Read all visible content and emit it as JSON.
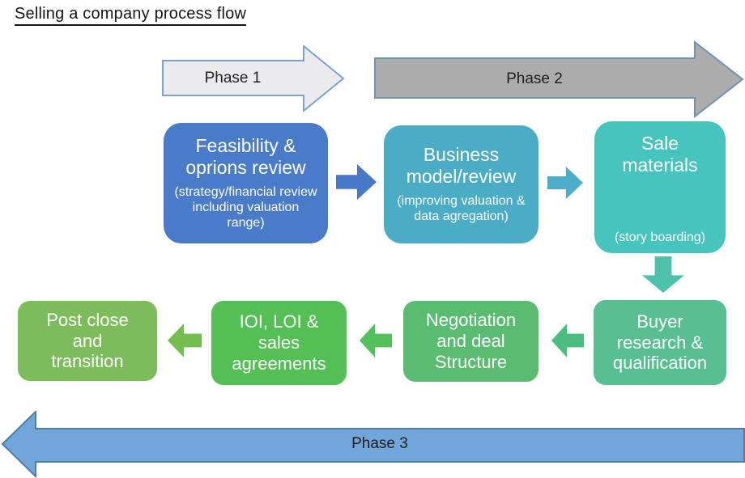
{
  "title": "Selling a company process flow",
  "phases": {
    "phase1": {
      "label": "Phase 1",
      "fill": "#ebebee",
      "border": "#7ca3cc"
    },
    "phase2": {
      "label": "Phase 2",
      "fill": "#acacac",
      "border": "#7193b4"
    },
    "phase3": {
      "label": "Phase 3",
      "fill": "#72a6da",
      "border": "#4e7cab"
    }
  },
  "steps": {
    "feasibility": {
      "title": "Feasibility & oprions review",
      "subtitle": "(strategy/financial review including valuation range)",
      "color": "#4a7bc8"
    },
    "business_model": {
      "title": "Business model/review",
      "subtitle": "(improving valuation & data agregation)",
      "color": "#4bacc6"
    },
    "sale_materials": {
      "title": "Sale materials",
      "subtitle": "(story boarding)",
      "color": "#47c4bd"
    },
    "buyer_research": {
      "title": "Buyer research & qualification",
      "color": "#57bf92"
    },
    "negotiation": {
      "title": "Negotiation and deal Structure",
      "color": "#5abc70"
    },
    "ioi_loi": {
      "title": "IOI, LOI & sales agreements",
      "color": "#54bf54"
    },
    "post_close": {
      "title": "Post close and transition",
      "color": "#7dbc5a"
    }
  },
  "connectors": {
    "feasibility_to_business": {
      "direction": "right",
      "color": "#4878c8"
    },
    "business_to_sale": {
      "direction": "right",
      "color": "#4badc7"
    },
    "sale_to_buyer": {
      "direction": "down",
      "color": "#4ec1ab"
    },
    "buyer_to_negotiation": {
      "direction": "left",
      "color": "#4abe7d"
    },
    "negotiation_to_ioi": {
      "direction": "left",
      "color": "#52c05b"
    },
    "ioi_to_post": {
      "direction": "left",
      "color": "#74bd50"
    }
  }
}
